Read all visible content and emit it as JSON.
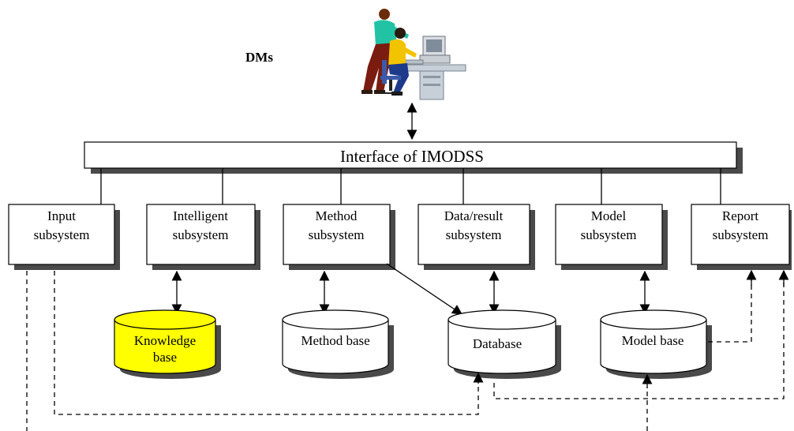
{
  "diagram": {
    "dms_label": "DMs",
    "interface_label": "Interface of IMODSS",
    "subsystems": [
      {
        "line1": "Input",
        "line2": "subsystem"
      },
      {
        "line1": "Intelligent",
        "line2": "subsystem"
      },
      {
        "line1": "Method",
        "line2": "subsystem"
      },
      {
        "line1": "Data/result",
        "line2": "subsystem"
      },
      {
        "line1": "Model",
        "line2": "subsystem"
      },
      {
        "line1": "Report",
        "line2": "subsystem"
      }
    ],
    "bases": {
      "knowledge": {
        "line1": "Knowledge",
        "line2": "base",
        "fill": "#ffff00"
      },
      "method": {
        "label": "Method base"
      },
      "database": {
        "label": "Database"
      },
      "model": {
        "label": "Model base"
      }
    }
  }
}
